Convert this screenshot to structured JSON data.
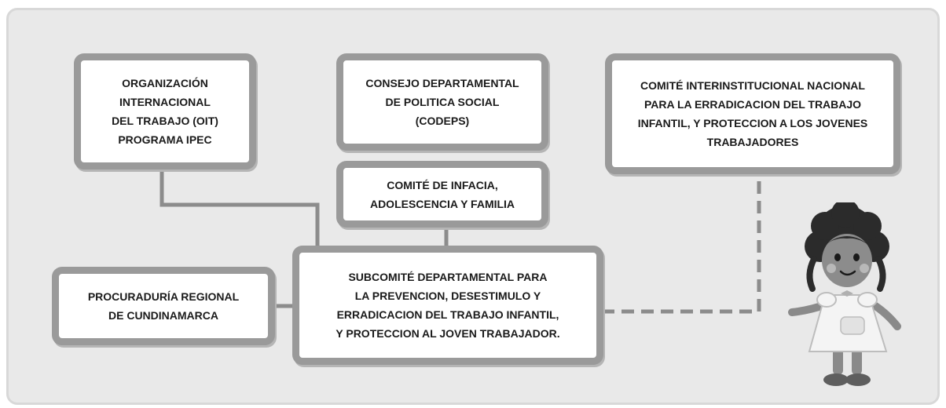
{
  "boxes": {
    "oit": "ORGANIZACIÓN\nINTERNACIONAL\nDEL TRABAJO (OIT)\nPROGRAMA  IPEC",
    "codeps": "CONSEJO DEPARTAMENTAL\nDE POLITICA SOCIAL\n(CODEPS)",
    "comite_nacional": "COMITÉ INTERINSTITUCIONAL NACIONAL\nPARA LA ERRADICACION DEL TRABAJO\nINFANTIL, Y PROTECCION A LOS JOVENES\nTRABAJADORES",
    "comite_infancia": "COMITÉ DE INFACIA,\nADOLESCENCIA Y FAMILIA",
    "procuraduria": "PROCURADURÍA REGIONAL\nDE CUNDINAMARCA",
    "subcomite": "SUBCOMITÉ DEPARTAMENTAL PARA\nLA PREVENCION, DESESTIMULO Y\nERRADICACION DEL TRABAJO INFANTIL,\nY PROTECCION AL JOVEN TRABAJADOR."
  },
  "colors": {
    "panel_bg": "#e9e9e9",
    "box_border": "#9a9a9a",
    "connector": "#8c8c8c",
    "text": "#1a1a1a"
  },
  "illustration": {
    "subject": "girl-with-curly-hair-icon"
  }
}
